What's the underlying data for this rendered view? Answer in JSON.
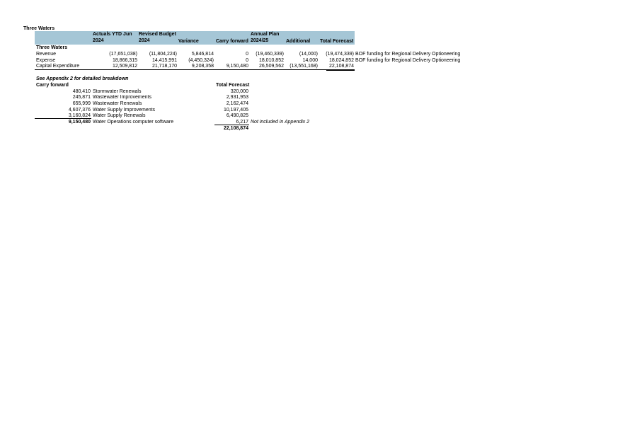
{
  "title": "Three Waters",
  "header": {
    "row1": [
      "Actuals YTD Jun",
      "Revised Budget",
      "",
      "",
      "Annual Plan",
      "",
      ""
    ],
    "row2": [
      "2024",
      "2024",
      "Variance",
      "Carry forward",
      "2024/25",
      "Additional",
      "Total Forecast"
    ]
  },
  "section_label": "Three Waters",
  "rows": [
    {
      "label": "Revenue",
      "values": [
        "(17,651,038)",
        "(11,804,224)",
        "5,846,814",
        "0",
        "(19,460,339)",
        "(14,000)",
        "(19,474,339)"
      ],
      "note": "BOF funding for Regional Delivery Optioneering"
    },
    {
      "label": "Expense",
      "values": [
        "18,866,315",
        "14,415,991",
        "(4,450,324)",
        "0",
        "18,010,852",
        "14,000",
        "18,024,852"
      ],
      "note": "BOF funding for Regional Delivery Optioneering"
    },
    {
      "label": "Capital Expenditure",
      "values": [
        "12,509,812",
        "21,718,170",
        "9,208,358",
        "9,150,480",
        "26,509,562",
        "(13,551,168)",
        "22,108,874"
      ],
      "note": ""
    }
  ],
  "appendix_note": "See Appendix 2 for detailed breakdown",
  "carry_forward": {
    "heading": "Carry forward",
    "forecast_heading": "Total Forecast",
    "items": [
      {
        "amount": "480,410",
        "name": "Stormwater Renewals",
        "forecast": "320,000",
        "note": ""
      },
      {
        "amount": "245,871",
        "name": "Wastewater Improvements",
        "forecast": "2,931,953",
        "note": ""
      },
      {
        "amount": "655,999",
        "name": "Wastewater Renewals",
        "forecast": "2,162,474",
        "note": ""
      },
      {
        "amount": "4,607,376",
        "name": "Water Supply Improvements",
        "forecast": "10,197,405",
        "note": ""
      },
      {
        "amount": "3,160,824",
        "name": "Water Supply Renewals",
        "forecast": "6,490,825",
        "note": ""
      },
      {
        "amount": "9,150,480",
        "name": "Water Operations computer software",
        "forecast": "6,217",
        "note": "Not included in Appendix 2"
      }
    ],
    "total_forecast": "22,108,874"
  }
}
